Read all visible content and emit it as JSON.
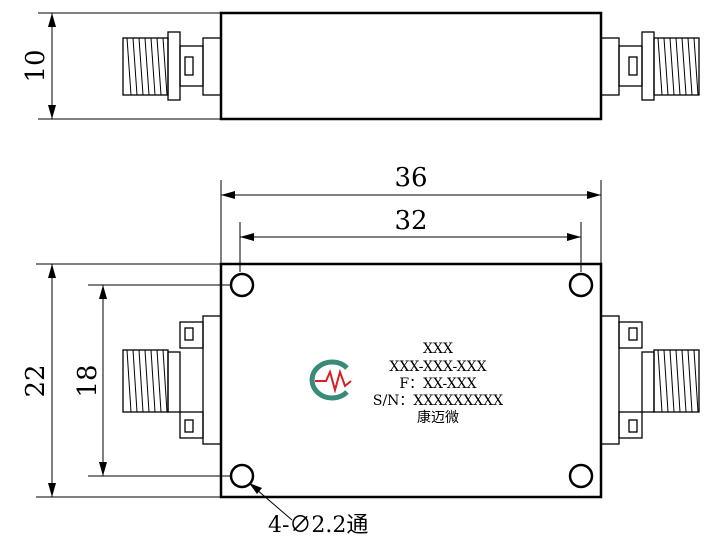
{
  "dimensions": {
    "height_side": "10",
    "overall_width": "36",
    "hole_spacing_x": "32",
    "overall_height": "22",
    "hole_spacing_y": "18"
  },
  "label": {
    "line1": "XXX",
    "line2": "XXX-XXX-XXX",
    "line3": "F：XX-XXX",
    "line4": "S/N：XXXXXXXXX",
    "line5": "康迈微"
  },
  "hole_callout": "4-∅2.2通",
  "colors": {
    "line": "#000000",
    "logo_green": "#3a8a78",
    "logo_red": "#d42020"
  }
}
